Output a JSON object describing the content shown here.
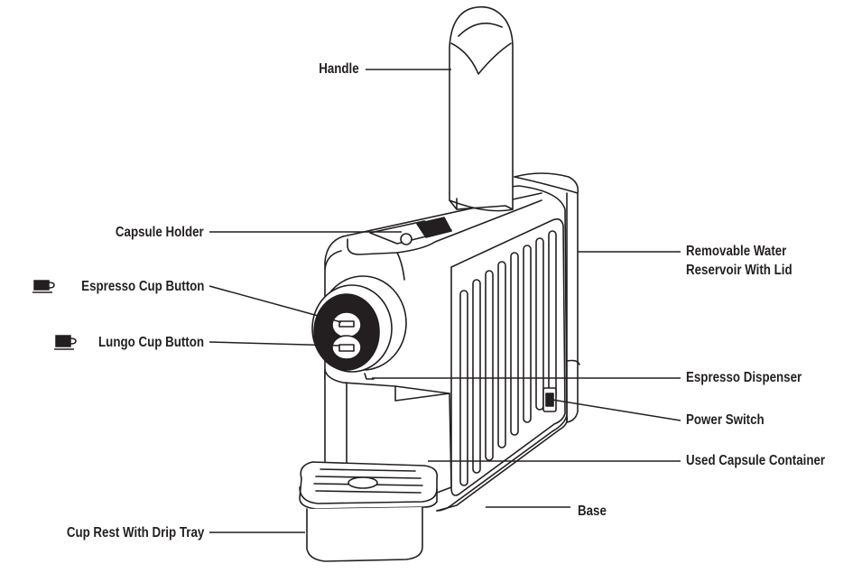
{
  "diagram": {
    "labels": {
      "handle": "Handle",
      "capsule_holder": "Capsule Holder",
      "espresso_cup_button": "Espresso Cup Button",
      "lungo_cup_button": "Lungo Cup Button",
      "cup_rest": "Cup Rest With Drip Tray",
      "water_reservoir_line1": "Removable Water",
      "water_reservoir_line2": "Reservoir With Lid",
      "espresso_dispenser": "Espresso Dispenser",
      "power_switch": "Power Switch",
      "used_capsule_container": "Used Capsule Container",
      "base": "Base"
    },
    "icons": {
      "espresso": "espresso-cup-icon",
      "lungo": "lungo-cup-icon"
    },
    "colors": {
      "ink": "#231f20",
      "background": "#ffffff"
    }
  }
}
